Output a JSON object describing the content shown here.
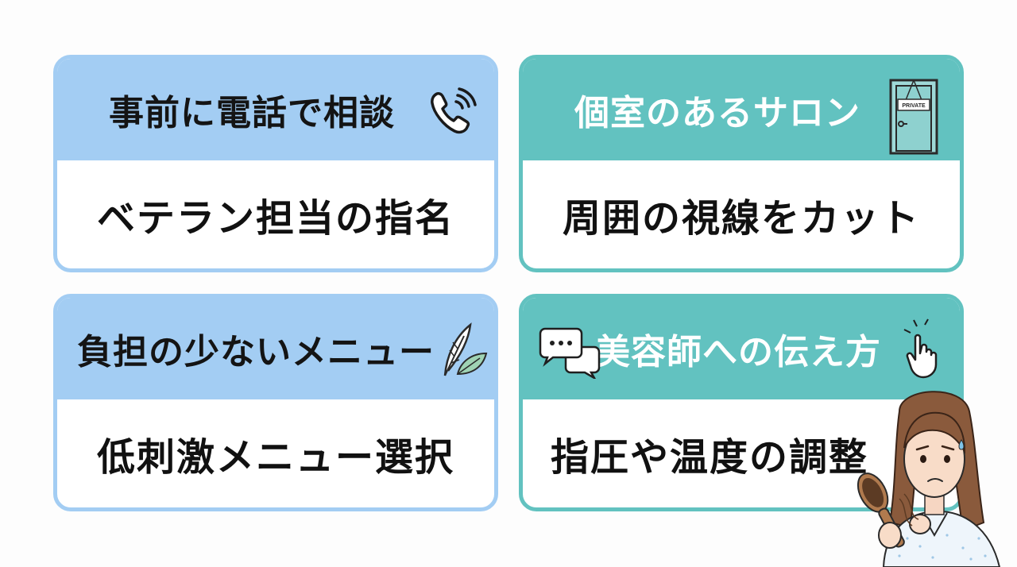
{
  "cards": [
    {
      "header": "事前に電話で相談",
      "body": "ベテラン担当の指名",
      "icon": "phone-icon",
      "color": "#a3cdf3"
    },
    {
      "header": "個室のあるサロン",
      "body": "周囲の視線をカット",
      "icon": "door-icon",
      "door_sign": "PRIVATE",
      "color": "#62c2c0"
    },
    {
      "header": "負担の少ないメニュー",
      "body": "低刺激メニュー選択",
      "icon": "leaf-icon",
      "color": "#a3cdf3"
    },
    {
      "header": "美容師への伝え方",
      "body": "指圧や温度の調整",
      "icon": "speech-bubbles-icon",
      "icon_secondary": "pointing-hand-icon",
      "color": "#62c2c0"
    }
  ],
  "illustration": "worried-woman-with-hairbrush"
}
